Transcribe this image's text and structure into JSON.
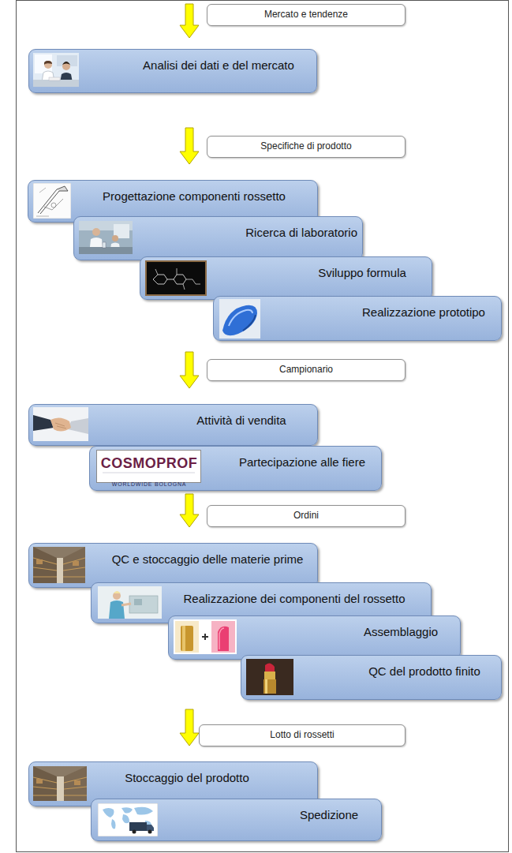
{
  "diagram": {
    "nodes": [
      {
        "text": [
          "Mercato e tendenze"
        ]
      },
      {
        "text": [
          "Analisi dei dati e del mercato"
        ]
      },
      {
        "text": [
          "Specifiche di prodotto"
        ]
      },
      {
        "text": [
          "Progettazione componenti rossetto"
        ]
      },
      {
        "text": [
          "Ricerca di laboratorio"
        ]
      },
      {
        "text": [
          "Sviluppo formula"
        ]
      },
      {
        "text": [
          "Realizzazione prototipo"
        ]
      },
      {
        "text": [
          "Campionario"
        ]
      },
      {
        "text": [
          "Attività di vendita"
        ]
      },
      {
        "text": [
          "Partecipazione alle fiere"
        ]
      },
      {
        "text": [
          "Ordini"
        ]
      },
      {
        "text": [
          "QC e stoccaggio delle materie prime"
        ]
      },
      {
        "text": [
          "Realizzazione dei componenti del rossetto"
        ]
      },
      {
        "text": [
          "Assemblaggio"
        ]
      },
      {
        "text": [
          "QC del prodotto finito"
        ]
      },
      {
        "text": [
          "Lotto di rossetti"
        ]
      },
      {
        "text": [
          "Stoccaggio del prodotto"
        ]
      },
      {
        "text": [
          "Spedizione"
        ]
      }
    ],
    "edges": [
      {
        "from": 1,
        "to": 3,
        "arrow": "to"
      },
      {
        "from": 6,
        "to": 8,
        "arrow": "to"
      },
      {
        "from": 9,
        "to": 11,
        "arrow": "to"
      },
      {
        "from": 14,
        "to": 16,
        "arrow": "to"
      }
    ],
    "labels": [
      "COSMOPROF",
      "WORLDWIDE BOLOGNA"
    ]
  }
}
